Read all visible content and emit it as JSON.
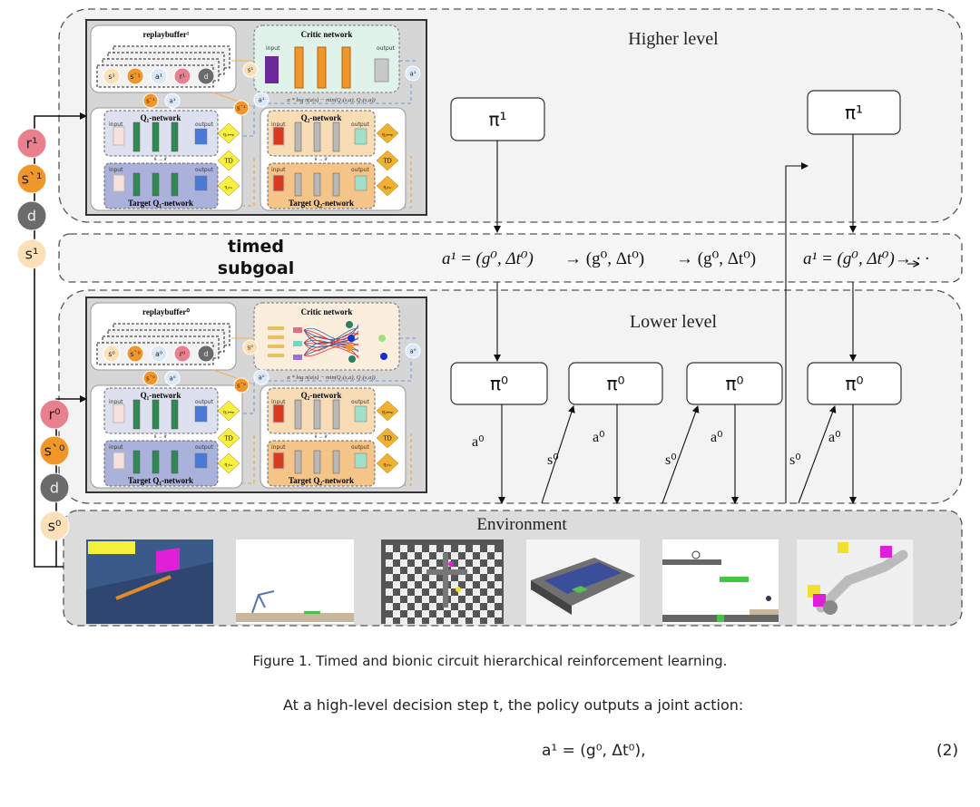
{
  "diagram": {
    "higher_title": "Higher level",
    "lower_title": "Lower level",
    "subgoal_label": [
      "timed",
      "subgoal"
    ],
    "environment_title": "Environment",
    "pi1": "π¹",
    "pi0": "π⁰",
    "subgoal_eq": [
      "a¹ = (g⁰, Δt⁰)",
      "→  (g⁰, Δt⁰)",
      "→  (g⁰, Δt⁰)",
      "a¹ = (g⁰, Δt⁰)→ · ·"
    ],
    "a0": "a⁰",
    "s0": "s⁰",
    "transitions": {
      "higher": [
        "r¹",
        "s`¹",
        "d",
        "s¹"
      ],
      "lower": [
        "r⁰",
        "s`⁰",
        "d",
        "s⁰"
      ]
    },
    "colors": {
      "reward": "#e8808e",
      "next_state": "#f0962a",
      "done": "#6b6b6b",
      "state": "#fbe0b8",
      "action": "#dbe9fb"
    }
  },
  "insets": [
    {
      "level": "higher",
      "replay_title": "replaybuffer¹",
      "buffer_items": [
        "s¹",
        "s`¹",
        "a¹",
        "r¹",
        "d"
      ],
      "critic_title": "Critic network",
      "input_label": "input",
      "output_label": "output",
      "formula": "α * log π(a|s) − min(Q₁(s,a), Q₂(s,a))",
      "q1_title": "Q₁-network",
      "target_q1_title": "Target Q₁-network",
      "q2_title": "Q₂-network",
      "target_q2_title": "Target Q₂-network",
      "update": "θ → θ'",
      "td": "TD",
      "q1_labels": [
        "q₁ₜₘₚ",
        "q₁ₜₐᵣ"
      ],
      "q2_labels": [
        "q₂ₜₘₚ",
        "q₂ₜₐᵣ"
      ],
      "state": "s¹",
      "next_state": "s`¹",
      "action": "a¹",
      "critic_style": "layers"
    },
    {
      "level": "lower",
      "replay_title": "replaybuffer⁰",
      "buffer_items": [
        "s⁰",
        "s`⁰",
        "a⁰",
        "r⁰",
        "d"
      ],
      "critic_title": "Critic network",
      "input_label": "input",
      "output_label": "output",
      "formula": "α * log π(a|s) − min(Q₁(s,a), Q₂(s,a))",
      "q1_title": "Q₁-network",
      "target_q1_title": "Target Q₁-network",
      "q2_title": "Q₂-network",
      "target_q2_title": "Target Q₂-network",
      "update": "θ → θ'",
      "td": "TD",
      "q1_labels": [
        "q₁ₜₘₚ",
        "q₁ₜₐᵣ"
      ],
      "q2_labels": [
        "q₂ₜₘₚ",
        "q₂ₜₐᵣ"
      ],
      "state": "s⁰",
      "next_state": "s`⁰",
      "action": "a⁰",
      "critic_style": "bionic-circuit"
    }
  ],
  "caption": "Figure 1. Timed and bionic circuit hierarchical reinforcement learning.",
  "body_text": "At a high-level decision step t, the policy outputs a joint action:",
  "equation": {
    "text": "a¹ =  (g⁰, Δt⁰),",
    "number": "(2)"
  }
}
